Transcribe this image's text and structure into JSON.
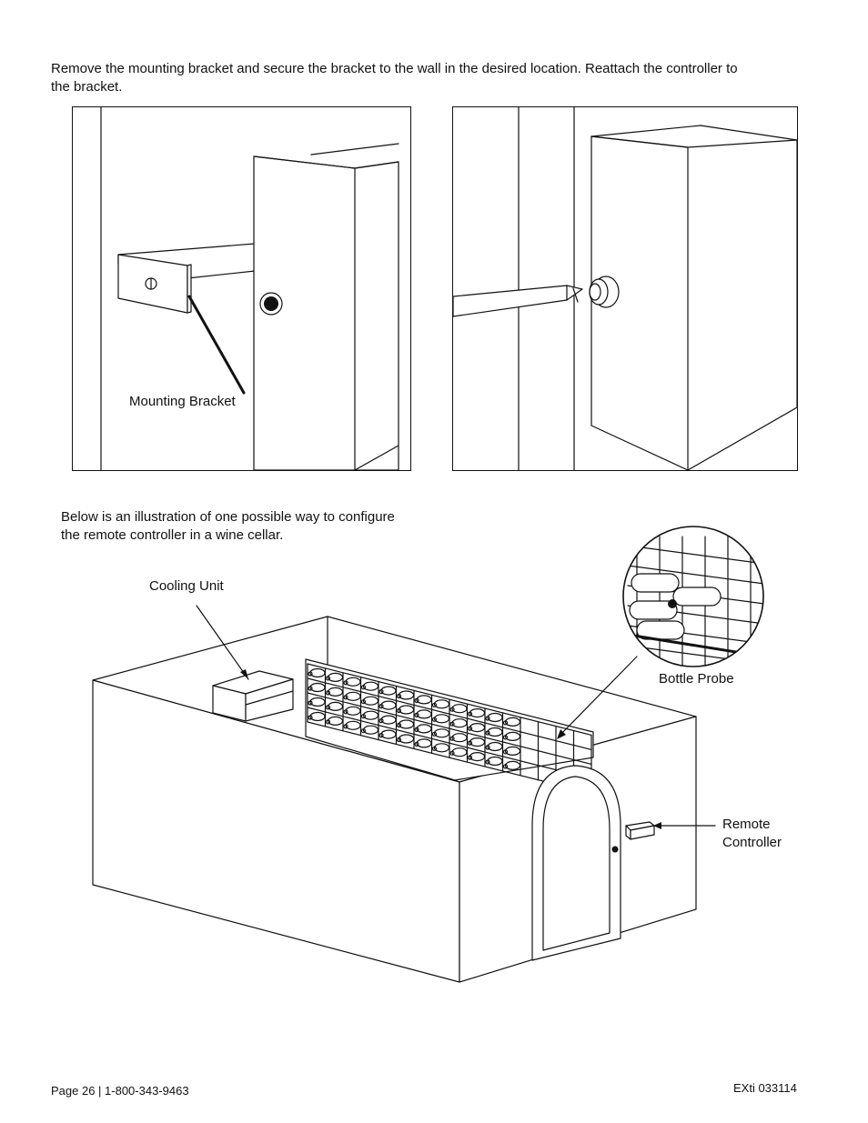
{
  "intro": {
    "line1": "Remove the mounting bracket and secure the bracket to the wall in the desired location. Reattach the controller to",
    "line2": "the bracket."
  },
  "figure_left": {
    "callout": "Mounting Bracket"
  },
  "cellar_section": {
    "line1": "Below is an illustration of one possible way to configure",
    "line2": "the remote controller in a wine cellar.",
    "callouts": {
      "cooling_unit": "Cooling Unit",
      "bottle_probe": "Bottle Probe",
      "remote_line1": "Remote",
      "remote_line2": "Controller"
    }
  },
  "footer": {
    "page": "Page 26 | 1-800-343-9463",
    "doc_code": "EXti 033114"
  }
}
